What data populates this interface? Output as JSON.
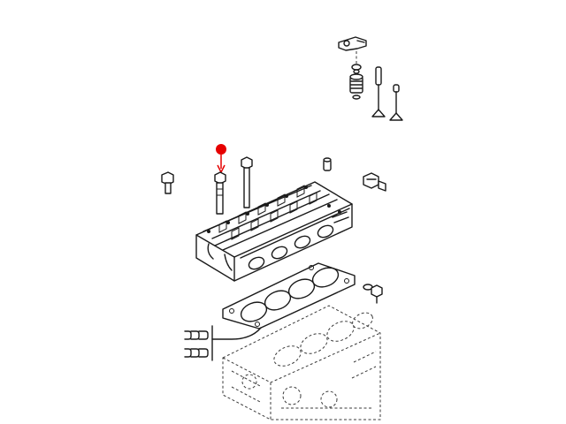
{
  "diagram": {
    "highlight_color": "#e60000",
    "line_color": "#1a1a1a",
    "background": "#ffffff",
    "parts": [
      "rocker-arm",
      "valve-spring-retainer",
      "valve-spring",
      "intake-valve",
      "exhaust-valve",
      "cylinder-head-bolt",
      "highlighted-head-bolt",
      "long-head-bolt",
      "dowel-pin",
      "temperature-sender",
      "oil-pressure-switch",
      "cylinder-head",
      "head-gasket",
      "gasket-thickness-symbols",
      "engine-block"
    ]
  }
}
